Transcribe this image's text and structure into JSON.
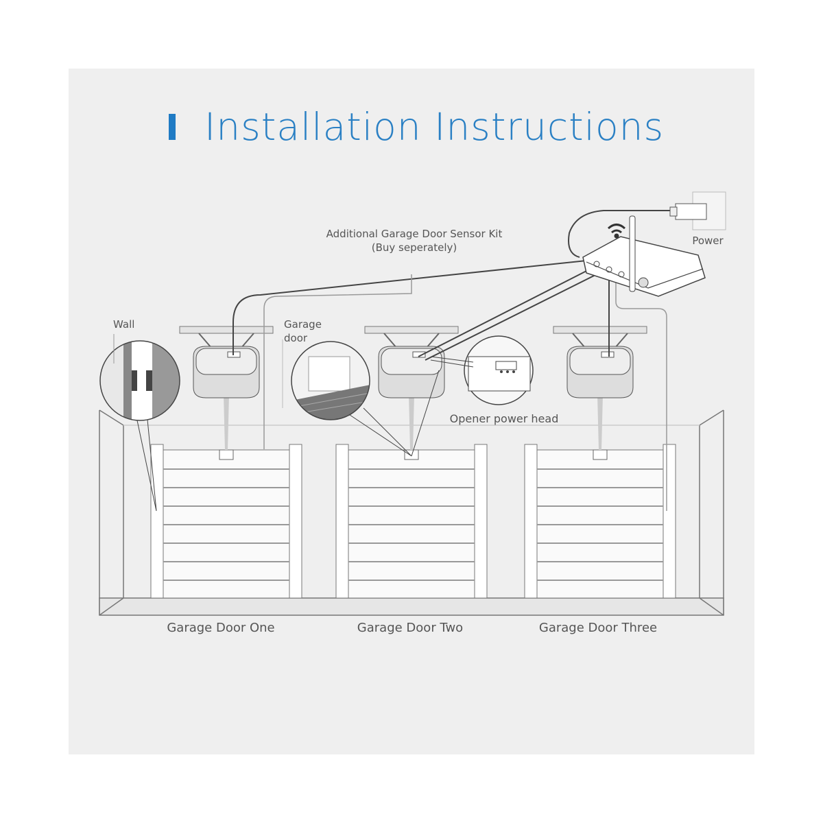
{
  "title": "Installation Instructions",
  "colors": {
    "accent": "#1f7bc4",
    "background": "#efefef",
    "line": "#555555"
  },
  "labels": {
    "sensor_kit_line1": "Additional Garage Door Sensor Kit",
    "sensor_kit_line2": "(Buy seperately)",
    "power": "Power",
    "wall": "Wall",
    "garage_door_line1": "Garage",
    "garage_door_line2": "door",
    "opener_power_head": "Opener power head"
  },
  "doors": [
    {
      "label": "Garage Door One"
    },
    {
      "label": "Garage Door Two"
    },
    {
      "label": "Garage Door Three"
    }
  ],
  "icons": [
    "wifi-icon",
    "hub-icon",
    "power-adapter-icon",
    "opener-icon"
  ]
}
